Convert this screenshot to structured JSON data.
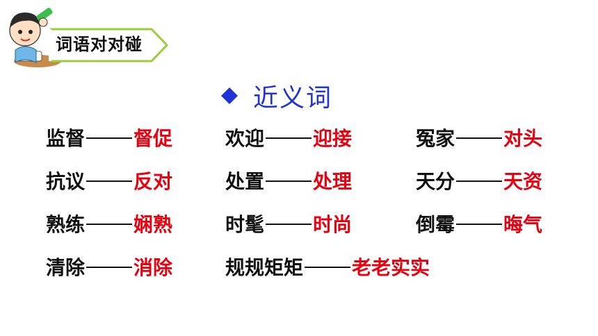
{
  "badge": {
    "label": "词语对对碰"
  },
  "section": {
    "title": "近义词"
  },
  "colors": {
    "accent_green": "#9bcc3c",
    "title_blue": "#1e34d6",
    "answer_red": "#e8000f"
  },
  "pairs": [
    {
      "word": "监督",
      "synonym": "督促"
    },
    {
      "word": "欢迎",
      "synonym": "迎接"
    },
    {
      "word": "冤家",
      "synonym": "对头"
    },
    {
      "word": "抗议",
      "synonym": "反对"
    },
    {
      "word": "处置",
      "synonym": "处理"
    },
    {
      "word": "天分",
      "synonym": "天资"
    },
    {
      "word": "熟练",
      "synonym": "娴熟"
    },
    {
      "word": "时髦",
      "synonym": "时尚"
    },
    {
      "word": "倒霉",
      "synonym": "晦气"
    },
    {
      "word": "清除",
      "synonym": "消除"
    },
    {
      "word": "规规矩矩",
      "synonym": "老老实实"
    }
  ]
}
